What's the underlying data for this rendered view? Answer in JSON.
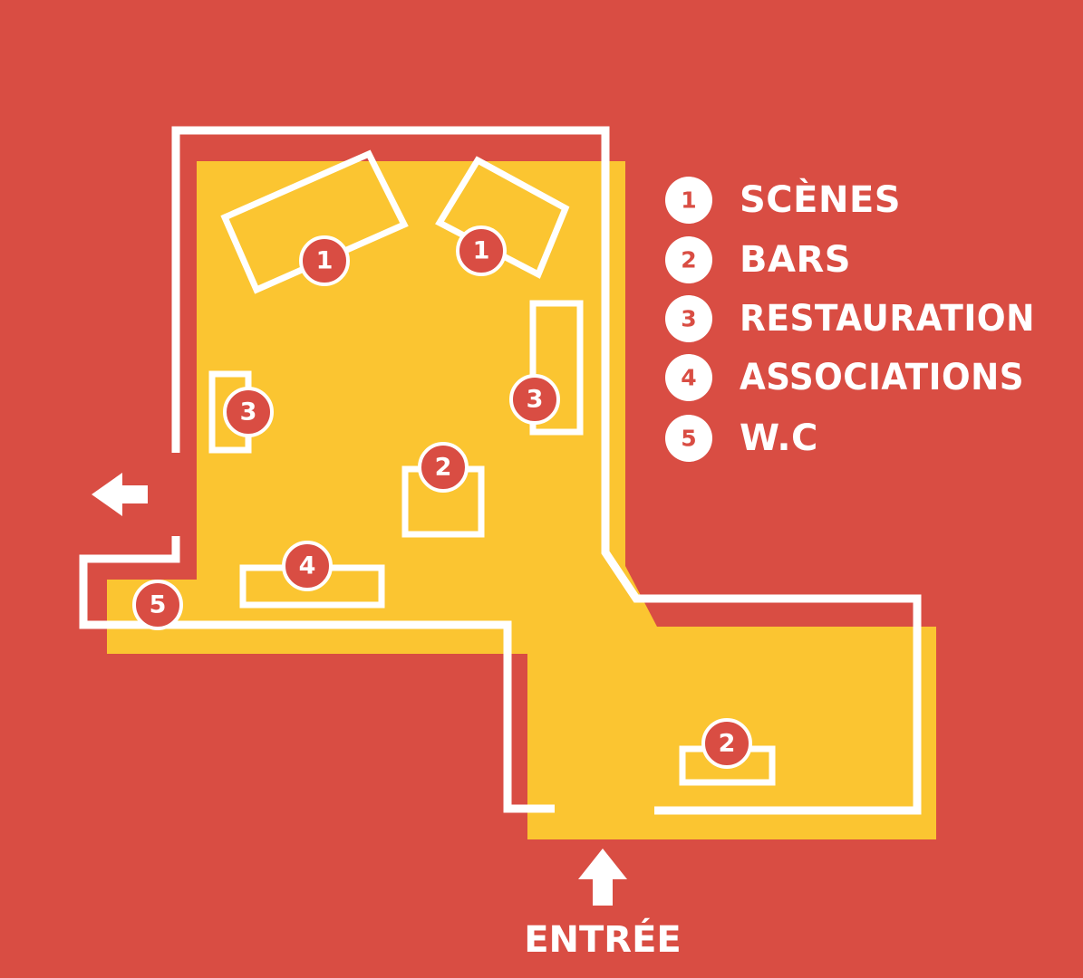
{
  "colors": {
    "background": "#d94d43",
    "floor": "#fbc531",
    "walls": "#ffffff",
    "marker_fill": "#d94d43"
  },
  "legend": [
    {
      "number": "1",
      "label": "SCÈNES"
    },
    {
      "number": "2",
      "label": "BARS"
    },
    {
      "number": "3",
      "label": "RESTAURATION"
    },
    {
      "number": "4",
      "label": "ASSOCIATIONS"
    },
    {
      "number": "5",
      "label": "W.C"
    }
  ],
  "markers": {
    "stage_left": "1",
    "stage_right": "1",
    "food_left": "3",
    "food_right": "3",
    "bar_center": "2",
    "bar_bottom": "2",
    "associations": "4",
    "wc": "5"
  },
  "entrance": {
    "label": "ENTRÉE",
    "icon": "arrow-up-icon"
  },
  "exit": {
    "icon": "arrow-left-icon"
  }
}
